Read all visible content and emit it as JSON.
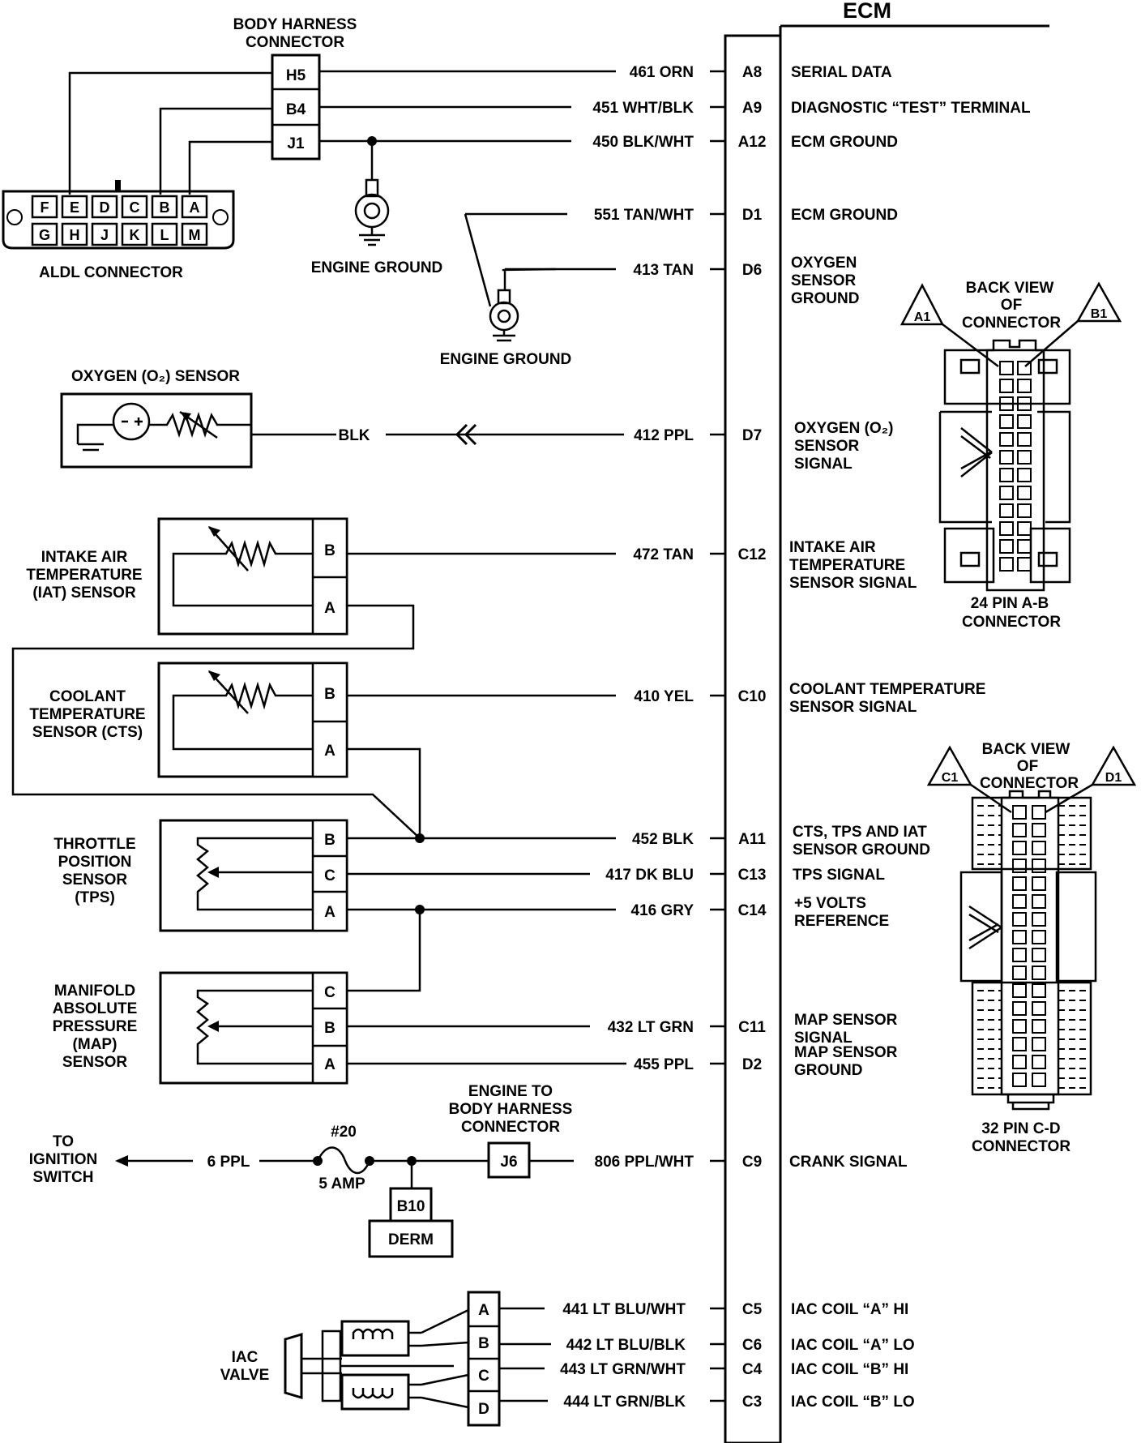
{
  "ecm": {
    "title": "ECM",
    "rows": [
      {
        "wire": "461 ORN",
        "pin": "A8",
        "func": [
          "SERIAL DATA"
        ]
      },
      {
        "wire": "451 WHT/BLK",
        "pin": "A9",
        "func": [
          "DIAGNOSTIC “TEST” TERMINAL"
        ]
      },
      {
        "wire": "450 BLK/WHT",
        "pin": "A12",
        "func": [
          "ECM GROUND"
        ]
      },
      {
        "wire": "551 TAN/WHT",
        "pin": "D1",
        "func": [
          "ECM GROUND"
        ]
      },
      {
        "wire": "413 TAN",
        "pin": "D6",
        "func": [
          "OXYGEN",
          "SENSOR",
          "GROUND"
        ]
      },
      {
        "wire": "412 PPL",
        "pin": "D7",
        "func": [
          "OXYGEN (O₂)",
          "SENSOR",
          "SIGNAL"
        ]
      },
      {
        "wire": "472 TAN",
        "pin": "C12",
        "func": [
          "INTAKE AIR",
          "TEMPERATURE",
          "SENSOR SIGNAL"
        ]
      },
      {
        "wire": "410 YEL",
        "pin": "C10",
        "func": [
          "COOLANT TEMPERATURE",
          "SENSOR  SIGNAL"
        ]
      },
      {
        "wire": "452 BLK",
        "pin": "A11",
        "func": [
          "CTS, TPS AND IAT",
          "SENSOR GROUND"
        ]
      },
      {
        "wire": "417 DK BLU",
        "pin": "C13",
        "func": [
          "TPS SIGNAL"
        ]
      },
      {
        "wire": "416 GRY",
        "pin": "C14",
        "func": [
          "+5 VOLTS",
          "REFERENCE"
        ]
      },
      {
        "wire": "432 LT GRN",
        "pin": "C11",
        "func": [
          "MAP SENSOR",
          "SIGNAL"
        ]
      },
      {
        "wire": "455 PPL",
        "pin": "D2",
        "func": [
          "MAP SENSOR",
          "GROUND"
        ]
      },
      {
        "wire": "806 PPL/WHT",
        "pin": "C9",
        "func": [
          "CRANK SIGNAL"
        ]
      },
      {
        "wire": "441 LT BLU/WHT",
        "pin": "C5",
        "func": [
          "IAC COIL “A” HI"
        ]
      },
      {
        "wire": "442 LT BLU/BLK",
        "pin": "C6",
        "func": [
          "IAC COIL “A” LO"
        ]
      },
      {
        "wire": "443 LT GRN/WHT",
        "pin": "C4",
        "func": [
          "IAC COIL “B” HI"
        ]
      },
      {
        "wire": "444 LT GRN/BLK",
        "pin": "C3",
        "func": [
          "IAC COIL “B” LO"
        ]
      }
    ]
  },
  "body_harness": {
    "label": [
      "BODY HARNESS",
      "CONNECTOR"
    ],
    "pins": [
      "H5",
      "B4",
      "J1"
    ]
  },
  "aldl": {
    "label": "ALDL CONNECTOR",
    "top_pins": [
      "F",
      "E",
      "D",
      "C",
      "B",
      "A"
    ],
    "bottom_pins": [
      "G",
      "H",
      "J",
      "K",
      "L",
      "M"
    ]
  },
  "engine_ground_1": "ENGINE GROUND",
  "engine_ground_2": "ENGINE GROUND",
  "o2_sensor": {
    "label": "OXYGEN (O₂) SENSOR",
    "wire": "BLK"
  },
  "iat_sensor": {
    "label": [
      "INTAKE AIR",
      "TEMPERATURE",
      "(IAT) SENSOR"
    ],
    "pins": [
      "B",
      "A"
    ]
  },
  "cts_sensor": {
    "label": [
      "COOLANT",
      "TEMPERATURE",
      "SENSOR (CTS)"
    ],
    "pins": [
      "B",
      "A"
    ]
  },
  "tps_sensor": {
    "label": [
      "THROTTLE",
      "POSITION",
      "SENSOR",
      "(TPS)"
    ],
    "pins": [
      "B",
      "C",
      "A"
    ]
  },
  "map_sensor": {
    "label": [
      "MANIFOLD",
      "ABSOLUTE",
      "PRESSURE",
      "(MAP)",
      "SENSOR"
    ],
    "pins": [
      "C",
      "B",
      "A"
    ]
  },
  "ignition": {
    "label": [
      "TO",
      "IGNITION",
      "SWITCH"
    ],
    "wire": "6 PPL",
    "fuse_id": "#20",
    "fuse_rating": "5 AMP"
  },
  "eng_body_conn": {
    "label": [
      "ENGINE TO",
      "BODY HARNESS",
      "CONNECTOR"
    ],
    "pin": "J6"
  },
  "derm": {
    "pin": "B10",
    "label": "DERM"
  },
  "iac_valve": {
    "label": [
      "IAC",
      "VALVE"
    ],
    "pins": [
      "A",
      "B",
      "C",
      "D"
    ]
  },
  "conn_ab": {
    "back_view": [
      "BACK VIEW",
      "OF",
      "CONNECTOR"
    ],
    "left": "A1",
    "right": "B1",
    "caption": [
      "24 PIN  A-B",
      "CONNECTOR"
    ]
  },
  "conn_cd": {
    "back_view": [
      "BACK VIEW",
      "OF",
      "CONNECTOR"
    ],
    "left": "C1",
    "right": "D1",
    "caption": [
      "32 PIN C-D",
      "CONNECTOR"
    ]
  }
}
